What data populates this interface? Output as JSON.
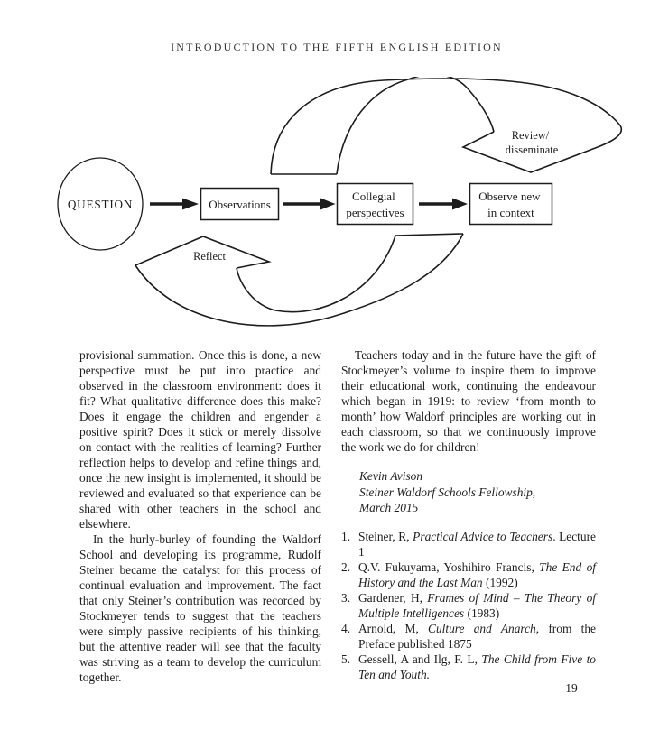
{
  "header": {
    "title": "INTRODUCTION TO THE FIFTH ENGLISH EDITION"
  },
  "diagram": {
    "question": "QUESTION",
    "observations": "Observations",
    "collegial_line1": "Collegial",
    "collegial_line2": "perspectives",
    "observe_line1": "Observe new",
    "observe_line2": "in context",
    "review_line1": "Review/",
    "review_line2": "disseminate",
    "reflect": "Reflect",
    "ink_color": "#1c1c1c"
  },
  "left_column": {
    "p1": "provisional summation. Once this is done, a new perspective must be put into practice and observed in the classroom environment: does it fit? What qualitative difference does this make? Does it engage the children and engender a positive spirit? Does it stick or merely dissolve on contact with the realities of learning? Further reflection helps to develop and refine things and, once the new insight is implemented, it should be reviewed and evaluated so that experience can be shared with other teachers in the school and elsewhere.",
    "p2": "In the hurly-burley of founding the Waldorf School and developing its programme, Rudolf Steiner became the catalyst for this process of continual evaluation and improvement. The fact that only Steiner’s contribution was recorded by Stockmeyer tends to suggest that the teachers were simply passive recipients of his thinking, but the attentive reader will see that the faculty was striving as a team to develop the curriculum together."
  },
  "right_column": {
    "p1": "Teachers today and in the future have the gift of Stockmeyer’s volume to inspire them to improve their educational work, continuing the endeavour which began in 1919: to review ‘from month to month’ how Waldorf principles are working out in each classroom, so that we continuously improve the work we do for children!",
    "signature": [
      "Kevin Avison",
      "Steiner Waldorf Schools Fellowship,",
      "March 2015"
    ],
    "references": [
      {
        "num": "1.",
        "segments": [
          {
            "t": "Steiner, R, "
          },
          {
            "t": "Practical Advice to Teachers",
            "i": true
          },
          {
            "t": ". Lecture 1"
          }
        ]
      },
      {
        "num": "2.",
        "segments": [
          {
            "t": "Q.V. Fukuyama, Yoshihiro Francis, "
          },
          {
            "t": "The End of History and the Last Man",
            "i": true
          },
          {
            "t": " (1992)"
          }
        ]
      },
      {
        "num": "3.",
        "segments": [
          {
            "t": "Gardener, H, "
          },
          {
            "t": "Frames of Mind – The Theory of Multiple Intelligences",
            "i": true
          },
          {
            "t": " (1983)"
          }
        ]
      },
      {
        "num": "4.",
        "segments": [
          {
            "t": "Arnold, M, "
          },
          {
            "t": "Culture and Anarch",
            "i": true
          },
          {
            "t": ", from the Preface published 1875"
          }
        ]
      },
      {
        "num": "5.",
        "segments": [
          {
            "t": "Gessell, A and Ilg, F. L, "
          },
          {
            "t": "The Child from Five to Ten and Youth.",
            "i": true
          }
        ]
      }
    ]
  },
  "page": {
    "number": "19"
  }
}
